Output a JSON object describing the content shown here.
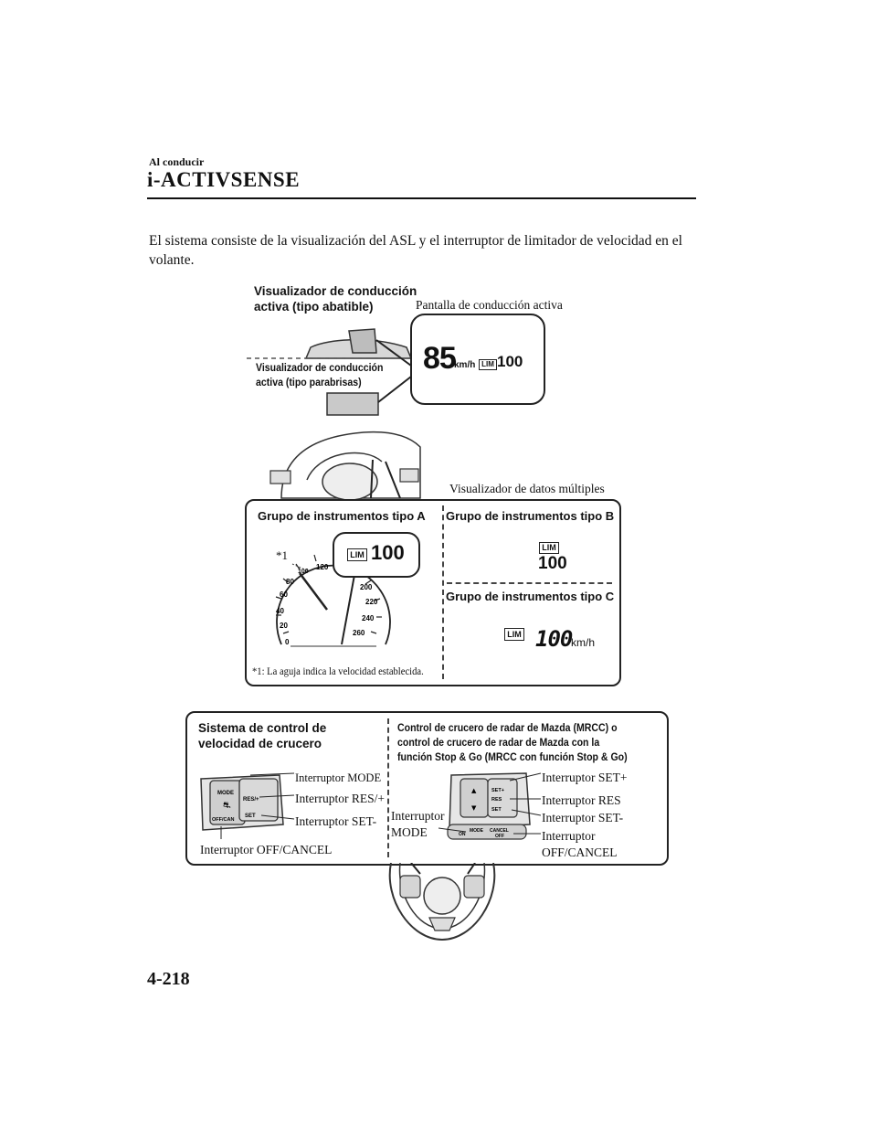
{
  "header": {
    "section": "Al conducir",
    "title": "i-ACTIVSENSE"
  },
  "intro_text": "El sistema consiste de la visualización del ASL y el interruptor de limitador de velocidad en el volante.",
  "hud": {
    "label_combiner_line1": "Visualizador de conducción",
    "label_combiner_line2": "activa (tipo abatible)",
    "label_screen": "Pantalla de conducción activa",
    "label_windshield_line1": "Visualizador de conducción",
    "label_windshield_line2": "activa (tipo parabrisas)",
    "speed": "85",
    "speed_unit": "km/h",
    "lim_badge": "LIM",
    "set_speed": "100"
  },
  "cluster": {
    "mid_label": "Visualizador de datos múltiples",
    "type_a": "Grupo de instrumentos tipo A",
    "type_b": "Grupo de instrumentos tipo B",
    "type_c": "Grupo de instrumentos tipo C",
    "lim_badge": "LIM",
    "set_speed": "100",
    "unit_c": "km/h",
    "footnote_marker": "*1",
    "footnote": "*1: La aguja indica la velocidad establecida.",
    "gauge_labels": [
      "0",
      "20",
      "40",
      "60",
      "80",
      "100",
      "120",
      "200",
      "220",
      "240",
      "260"
    ]
  },
  "switches": {
    "left_title_line1": "Sistema de control de",
    "left_title_line2": "velocidad de crucero",
    "right_title_line1": "Control de crucero de radar de Mazda (MRCC) o",
    "right_title_line2": "control de crucero de radar de Mazda con la",
    "right_title_line3": "función Stop & Go (MRCC con función Stop & Go)",
    "left_mode": "Interruptor MODE",
    "left_res": "Interruptor RES/+",
    "left_set": "Interruptor SET-",
    "left_off": "Interruptor OFF/CANCEL",
    "right_set_plus": "Interruptor SET+",
    "right_res": "Interruptor RES",
    "right_set_minus": "Interruptor SET-",
    "right_mode_line1": "Interruptor",
    "right_mode_line2": "MODE",
    "right_off_line1": "Interruptor",
    "right_off_line2": "OFF/CANCEL",
    "btn_mode": "MODE",
    "btn_res": "RES/+",
    "btn_offcan": "OFF/CAN",
    "btn_set": "SET",
    "btn_set_plus": "SET+",
    "btn_res_r": "RES",
    "btn_set_r": "SET",
    "btn_mode_r": "MODE",
    "btn_cancel_r": "CANCEL",
    "btn_on_r": "ON",
    "btn_off_r": "OFF"
  },
  "footer": {
    "page_number": "4-218"
  }
}
